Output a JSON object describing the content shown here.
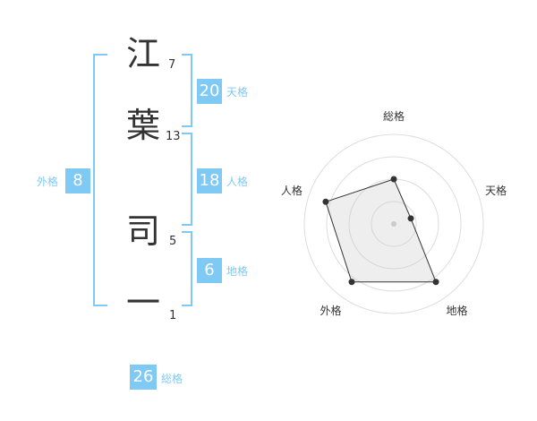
{
  "name_chars": [
    {
      "char": "江",
      "strokes": "7"
    },
    {
      "char": "葉",
      "strokes": "13"
    },
    {
      "char": "司",
      "strokes": "5"
    },
    {
      "char": "一",
      "strokes": "1"
    }
  ],
  "fortunes": {
    "tenkaku": {
      "label": "天格",
      "value": "20"
    },
    "jinkaku": {
      "label": "人格",
      "value": "18"
    },
    "chikaku": {
      "label": "地格",
      "value": "6"
    },
    "gaikaku": {
      "label": "外格",
      "value": "8"
    },
    "soukaku": {
      "label": "総格",
      "value": "26"
    }
  },
  "colors": {
    "accent": "#7fc9f5",
    "text": "#333333",
    "grid": "#dddddd"
  },
  "chart_data": {
    "type": "radar",
    "axes": [
      "総格",
      "天格",
      "地格",
      "外格",
      "人格"
    ],
    "values": [
      2.5,
      1,
      4,
      4,
      4
    ],
    "max": 5,
    "rings": 4
  }
}
